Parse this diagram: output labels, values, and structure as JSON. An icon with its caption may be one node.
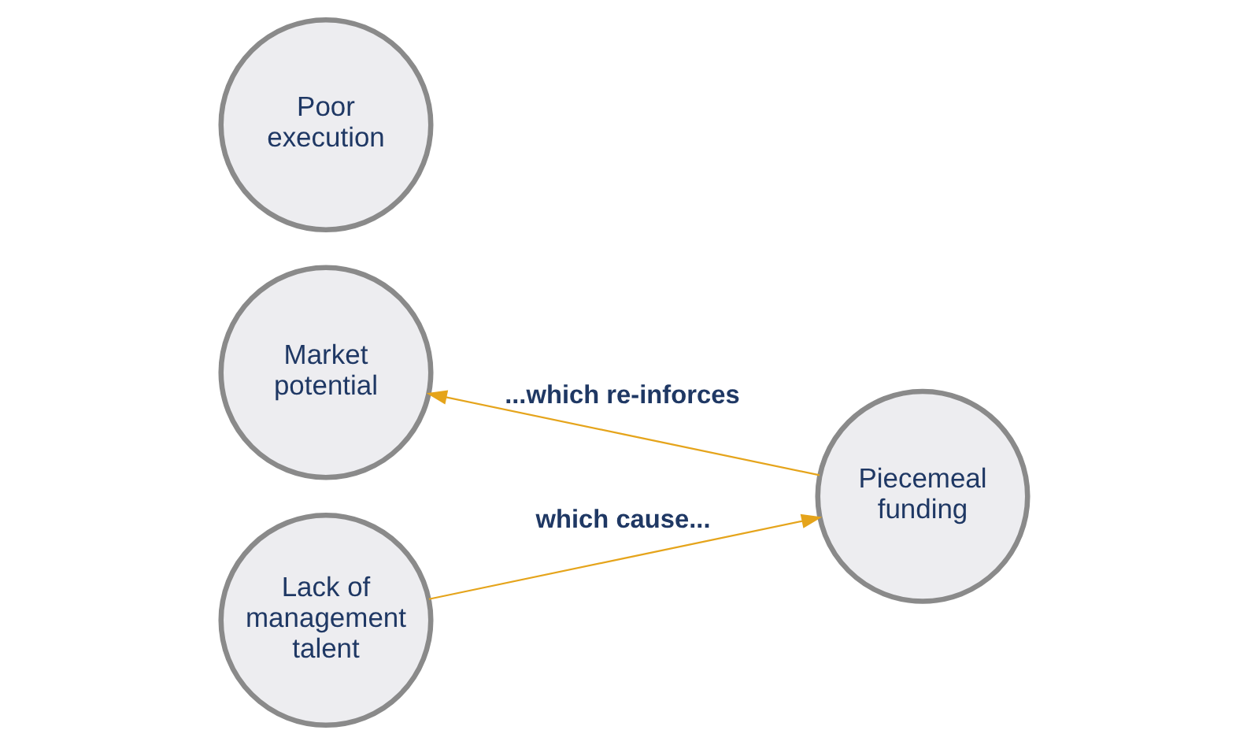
{
  "diagram": {
    "nodes": [
      {
        "text": [
          "Market potential"
        ]
      },
      {
        "text": [
          "Lack of management talent"
        ]
      },
      {
        "text": [
          "Poor execution"
        ]
      },
      {
        "text": [
          "Piecemeal funding"
        ]
      }
    ],
    "edges": [
      {
        "from": 1,
        "to": 3,
        "arrow": "to",
        "label": "which cause..."
      },
      {
        "from": 3,
        "to": 0,
        "arrow": "to",
        "label": "...which re-inforces"
      }
    ]
  }
}
